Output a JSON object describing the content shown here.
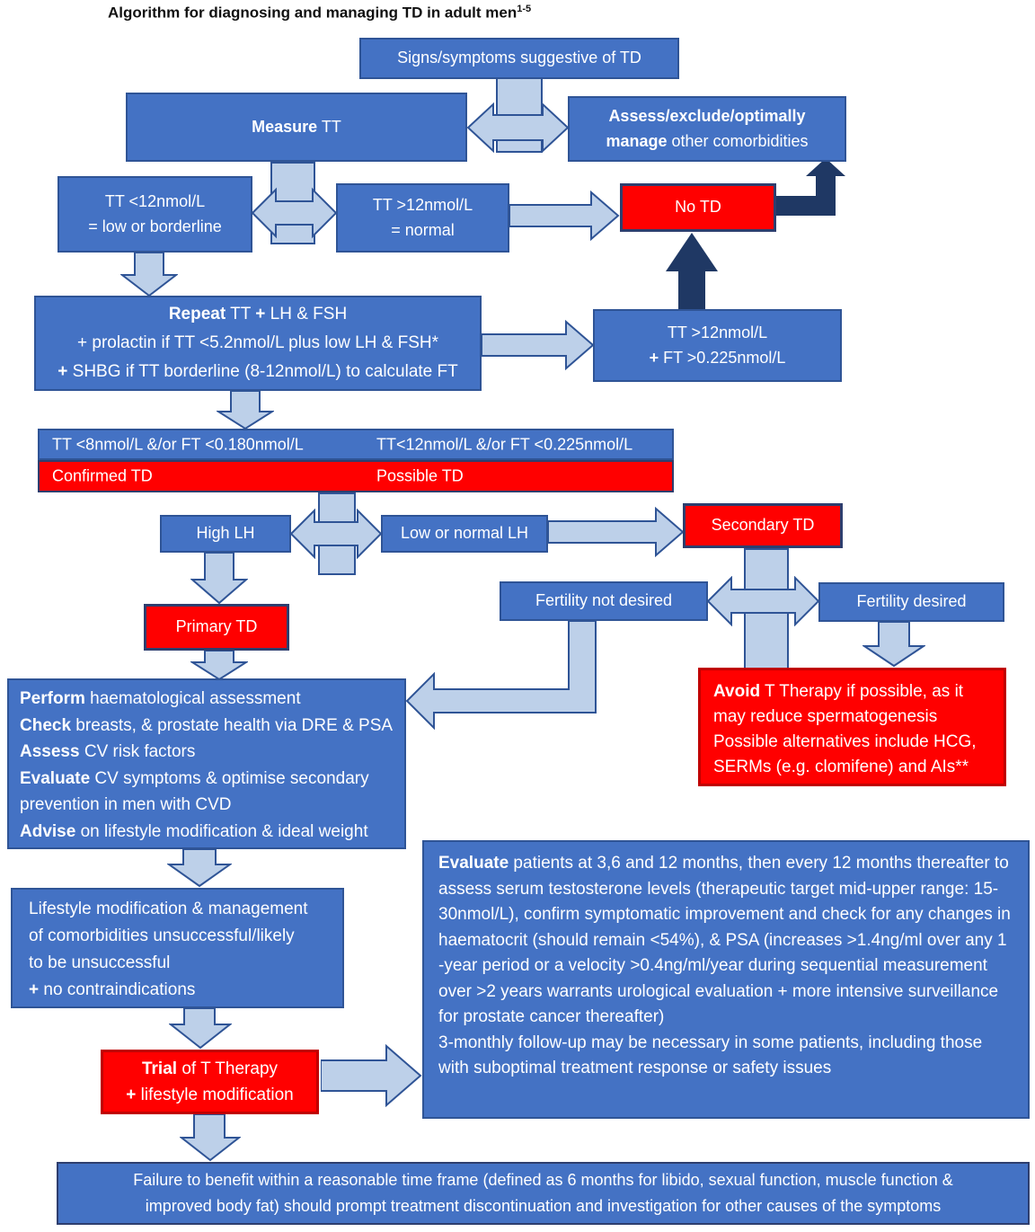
{
  "title": {
    "text": "Algorithm for diagnosing and managing TD in adult men",
    "superscript": "1-5"
  },
  "colors": {
    "box_blue": "#4472C4",
    "box_border_blue": "#2F5496",
    "arrow_light_blue": "#BDD0E7",
    "arrow_dark_navy": "#1F3864",
    "red_fill": "#FF0000",
    "red_border_dark": "#C00000",
    "red_border_navy": "#2E3E6E",
    "text": "#FFFFFF"
  },
  "nodes": {
    "signs": {
      "label": "Signs/symptoms suggestive of TD"
    },
    "measure": {
      "bold": "Measure",
      "text": " TT"
    },
    "assess": {
      "bold": "Assess/exclude/optimally manage",
      "text": " other comorbidities"
    },
    "tt_low": {
      "line1": "TT <12nmol/L",
      "line2": "= low or borderline"
    },
    "tt_normal": {
      "line1": "TT >12nmol/L",
      "line2": "=  normal"
    },
    "no_td": {
      "label": "No TD"
    },
    "repeat": {
      "line1_bold": "Repeat",
      "line1_a": " TT ",
      "line1_plus": "+",
      "line1_b": " LH & FSH",
      "line2": "+ prolactin if TT <5.2nmol/L plus low LH & FSH*",
      "line3_plus": "+",
      "line3": " SHBG if TT borderline (8-12nmol/L) to calculate FT"
    },
    "tt_ft": {
      "line1": "TT >12nmol/L",
      "line2_plus": "+",
      "line2": " FT >0.225nmol/L"
    },
    "criteria": {
      "confirmed_threshold": "TT <8nmol/L  &/or FT <0.180nmol/L",
      "possible_threshold": "TT<12nmol/L &/or FT <0.225nmol/L",
      "confirmed_label": "Confirmed TD",
      "possible_label": "Possible TD"
    },
    "high_lh": {
      "label": "High LH"
    },
    "low_lh": {
      "label": "Low or normal LH"
    },
    "secondary_td": {
      "label": "Secondary TD"
    },
    "primary_td": {
      "label": "Primary TD"
    },
    "fertility_not": {
      "label": "Fertility not desired"
    },
    "fertility_yes": {
      "label": "Fertility desired"
    },
    "avoid": {
      "bold": "Avoid",
      "line1": " T Therapy if possible, as it",
      "line2": "may reduce spermatogenesis",
      "line3": "Possible alternatives include HCG,",
      "line4": "SERMs (e.g. clomifene) and AIs**"
    },
    "perform": {
      "lines": [
        {
          "b": "Perform",
          "t": " haematological assessment"
        },
        {
          "b": "Check",
          "t": " breasts, & prostate health via DRE & PSA"
        },
        {
          "b": "Assess",
          "t": " CV risk factors"
        },
        {
          "b": "Evaluate",
          "t": " CV symptoms & optimise secondary prevention in men with CVD"
        },
        {
          "b": "Advise",
          "t": " on lifestyle modification  & ideal weight"
        }
      ]
    },
    "lifestyle": {
      "line1": "Lifestyle modification & management",
      "line2": "of  comorbidities unsuccessful/likely",
      "line3": "to be unsuccessful",
      "line4_plus": "+",
      "line4": " no contraindications"
    },
    "evaluate": {
      "bold": "Evaluate",
      "text": " patients at 3,6 and 12 months, then every 12 months thereafter to assess serum testosterone levels (therapeutic target mid-upper range: 15-30nmol/L), confirm symptomatic improvement and check for any changes in haematocrit (should remain <54%), & PSA (increases >1.4ng/ml over any 1 -year period or a velocity >0.4ng/ml/year during sequential measurement over >2 years warrants urological evaluation + more intensive surveillance for prostate cancer thereafter)",
      "text2": "3-monthly follow-up may be necessary in some patients, including those with suboptimal treatment response or safety issues"
    },
    "trial": {
      "bold": "Trial",
      "line1": " of T Therapy",
      "plus": "+",
      "line2": " lifestyle modification"
    },
    "failure": {
      "line1": "Failure to benefit within a reasonable time frame (defined as 6 months for libido, sexual function, muscle function &",
      "line2": "improved body fat) should prompt treatment discontinuation and investigation for other causes of the symptoms"
    }
  }
}
